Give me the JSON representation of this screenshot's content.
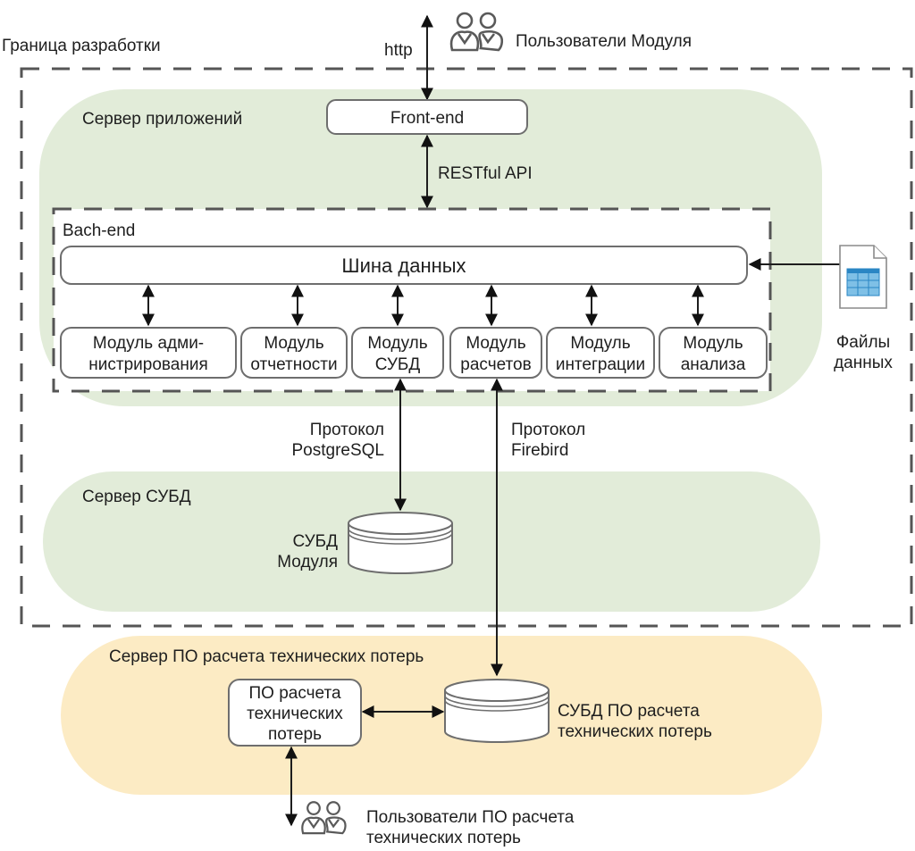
{
  "colors": {
    "app_server_bg": "#e2ecd9",
    "db_server_bg": "#e2ecd9",
    "calc_server_bg": "#fcebc4",
    "boundary": "#555555",
    "file_icon_blue": "#3b9ad3"
  },
  "boundary": {
    "label": "Граница разработки"
  },
  "users_module": {
    "icon": "users-icon",
    "label": "Пользователи Модуля"
  },
  "http_label": "http",
  "app_server": {
    "label": "Сервер приложений",
    "frontend": "Front-end",
    "api_label": "RESTful API",
    "backend": {
      "label": "Bach-end",
      "bus": "Шина данных",
      "modules": [
        {
          "line1": "Модуль адми-",
          "line2": "нистрирования"
        },
        {
          "line1": "Модуль",
          "line2": "отчетности"
        },
        {
          "line1": "Модуль",
          "line2": "СУБД"
        },
        {
          "line1": "Модуль",
          "line2": "расчетов"
        },
        {
          "line1": "Модуль",
          "line2": "интеграции"
        },
        {
          "line1": "Модуль",
          "line2": "анализа"
        }
      ]
    }
  },
  "data_files": {
    "icon": "spreadsheet-file-icon",
    "line1": "Файлы",
    "line2": "данных"
  },
  "protocols": {
    "postgres": {
      "line1": "Протокол",
      "line2": "PostgreSQL"
    },
    "firebird": {
      "line1": "Протокол",
      "line2": "Firebird"
    }
  },
  "db_server": {
    "label": "Сервер СУБД",
    "db": {
      "icon": "database-icon",
      "line1": "СУБД",
      "line2": "Модуля"
    }
  },
  "calc_server": {
    "label": "Сервер ПО расчета технических потерь",
    "software": {
      "line1": "ПО расчета",
      "line2": "технических",
      "line3": "потерь"
    },
    "db": {
      "icon": "database-icon",
      "line1": "СУБД ПО расчета",
      "line2": "технических потерь"
    }
  },
  "users_calc": {
    "icon": "users-icon",
    "line1": "Пользователи ПО расчета",
    "line2": "технических потерь"
  }
}
